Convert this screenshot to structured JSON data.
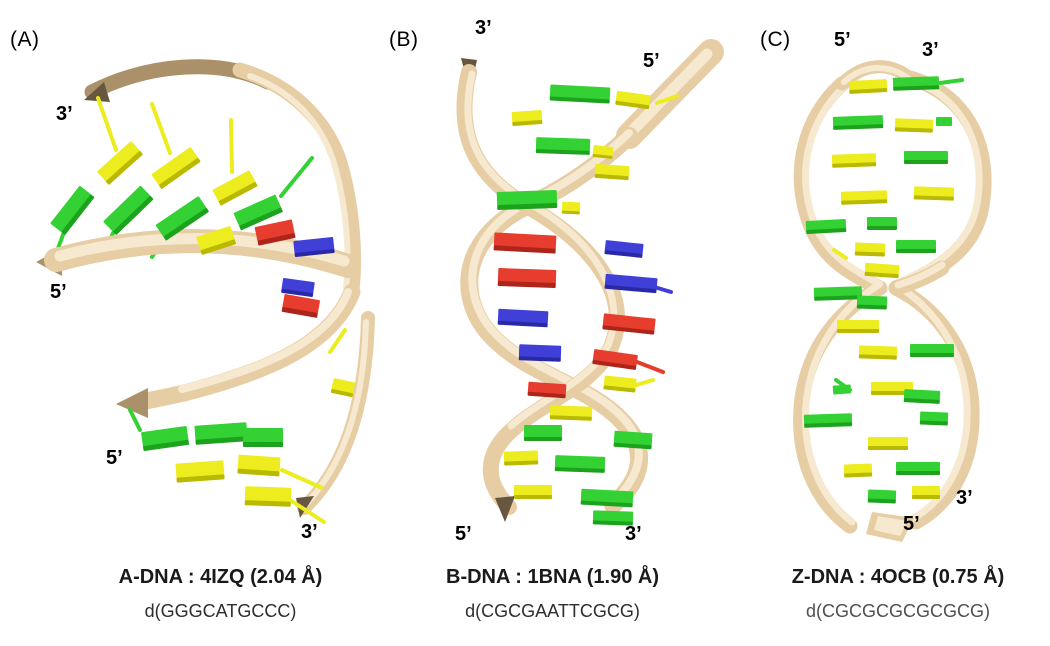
{
  "figure": {
    "background": "#ffffff",
    "panels": [
      {
        "tag": "(A)",
        "caption": "A-DNA : 4IZQ (2.04 Å)",
        "sequence": "d(GGGCATGCCC)",
        "terminals": [
          "3’",
          "5’",
          "5’",
          "3’"
        ]
      },
      {
        "tag": "(B)",
        "caption": "B-DNA : 1BNA (1.90 Å)",
        "sequence": "d(CGCGAATTCGCG)",
        "terminals": [
          "3’",
          "5’",
          "5’",
          "3’"
        ]
      },
      {
        "tag": "(C)",
        "caption": "Z-DNA : 4OCB (0.75 Å)",
        "sequence": "d(CGCGCGCGCGCG)",
        "terminals": [
          "5’",
          "3’",
          "3’",
          "5’"
        ]
      }
    ],
    "colors": {
      "backbone": "#e6cda4",
      "backbone_light": "#f6e9cf",
      "backbone_dark": "#ab9169",
      "backbone_deep": "#675640",
      "base_green": "#33d133",
      "base_green_dark": "#1da21d",
      "base_yellow": "#ecec1e",
      "base_yellow_dark": "#b9b900",
      "base_red": "#e63d2e",
      "base_red_dark": "#ad241a",
      "base_blue": "#4040d8",
      "base_blue_dark": "#2929a8",
      "caption_color": "#1a1a1a",
      "sequence_color": "#2e2e2e",
      "sequence_color_muted": "#4f4f4f"
    }
  }
}
